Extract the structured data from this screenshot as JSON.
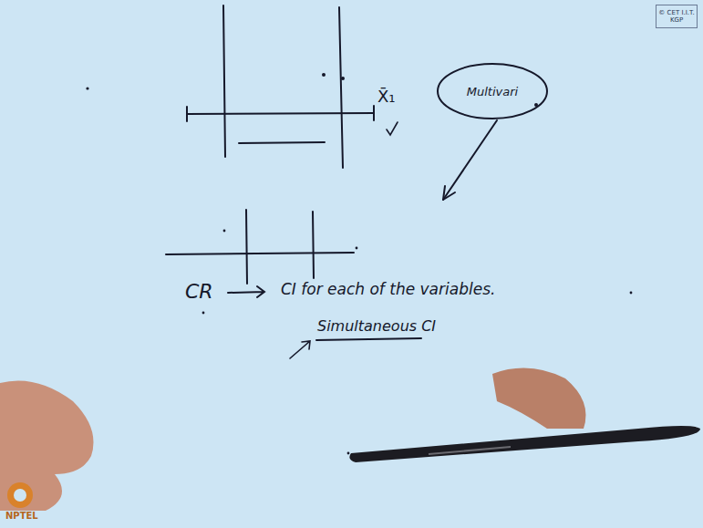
{
  "diagram": {
    "nodes": [
      {
        "text": [
          "© CET I.I.T. KGP"
        ]
      },
      {
        "text": [
          "Multivari"
        ]
      }
    ],
    "labels": [
      "X̄₁",
      "CR",
      "CI for each of the variables.",
      "Simultaneous CI",
      "NPTEL"
    ]
  }
}
